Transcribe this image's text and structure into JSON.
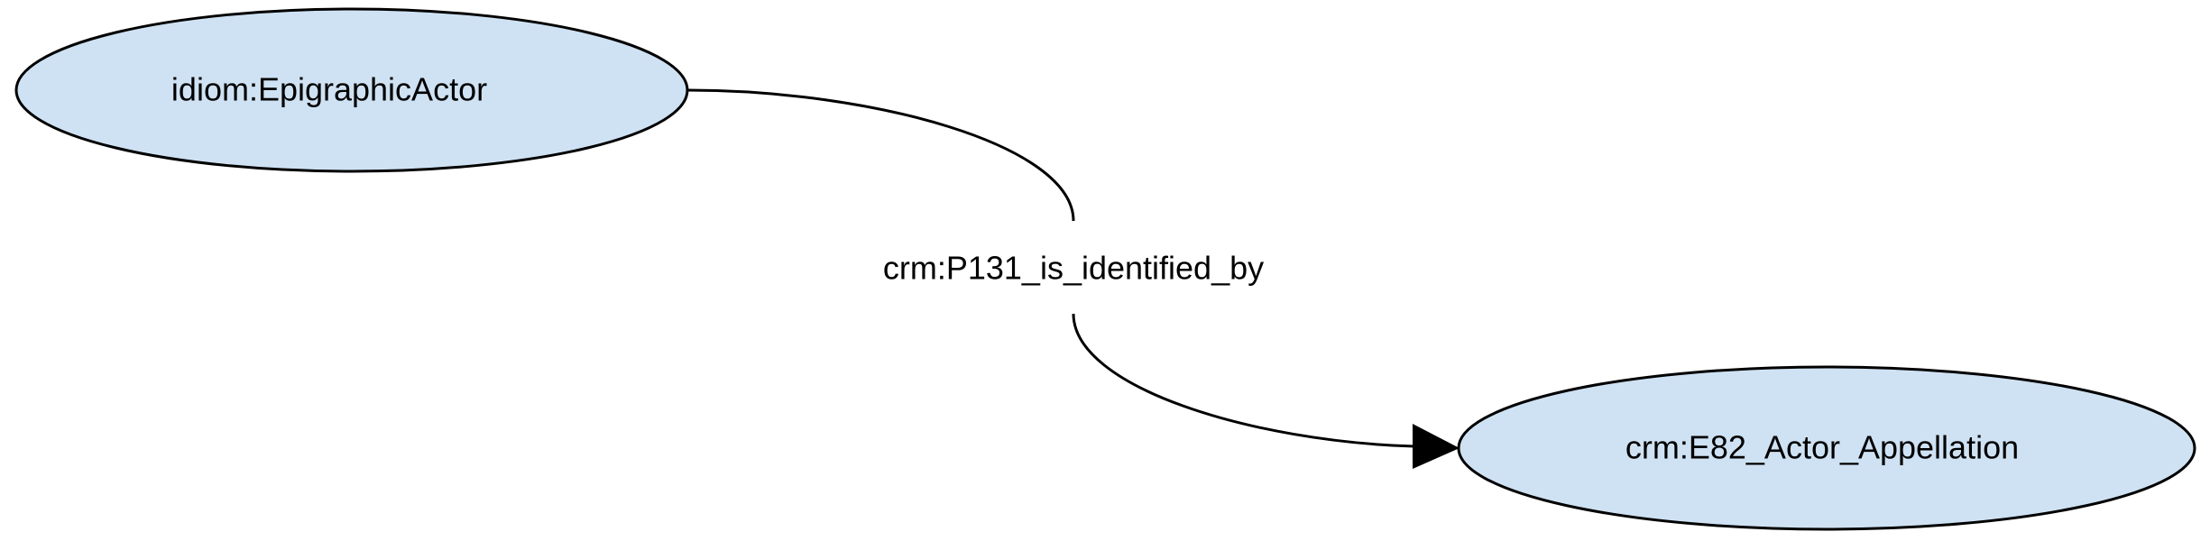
{
  "colors": {
    "node_fill": "#cfe2f3",
    "stroke": "#000000",
    "background": "#ffffff"
  },
  "nodes": [
    {
      "id": "source",
      "label": "idiom:EpigraphicActor"
    },
    {
      "id": "target",
      "label": "crm:E82_Actor_Appellation"
    }
  ],
  "edges": [
    {
      "from": "source",
      "to": "target",
      "label": "crm:P131_is_identified_by",
      "arrow": "filled-triangle"
    }
  ]
}
